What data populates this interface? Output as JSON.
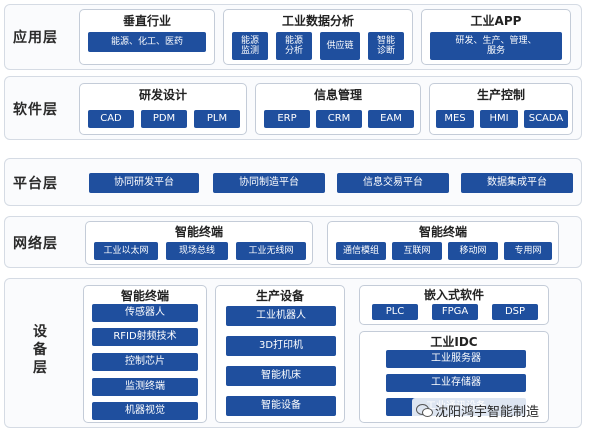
{
  "layers": {
    "application": {
      "label": "应用层",
      "groups": {
        "vertical": {
          "title": "垂直行业",
          "chips": [
            "能源、化工、医药"
          ]
        },
        "analytics": {
          "title": "工业数据分析",
          "chips": [
            "能源\n监测",
            "能源\n分析",
            "供应链",
            "智能\n诊断"
          ]
        },
        "app": {
          "title": "工业APP",
          "chips": [
            "研发、生产、管理、\n服务"
          ]
        }
      }
    },
    "software": {
      "label": "软件层",
      "groups": {
        "rnd": {
          "title": "研发设计",
          "chips": [
            "CAD",
            "PDM",
            "PLM"
          ]
        },
        "info": {
          "title": "信息管理",
          "chips": [
            "ERP",
            "CRM",
            "EAM"
          ]
        },
        "production": {
          "title": "生产控制",
          "chips": [
            "MES",
            "HMI",
            "SCADA"
          ]
        }
      }
    },
    "platform": {
      "label": "平台层",
      "chips": [
        "协同研发平台",
        "协同制造平台",
        "信息交易平台",
        "数据集成平台"
      ]
    },
    "network": {
      "label": "网络层",
      "groups": {
        "left": {
          "title": "智能终端",
          "chips": [
            "工业以太网",
            "现场总线",
            "工业无线网"
          ]
        },
        "right": {
          "title": "智能终端",
          "chips": [
            "通信模组",
            "互联网",
            "移动网",
            "专用网"
          ]
        }
      }
    },
    "device": {
      "label": "设\n备\n层",
      "groups": {
        "terminal": {
          "title": "智能终端",
          "chips": [
            "传感器人",
            "RFID射频技术",
            "控制芯片",
            "监测终端",
            "机器视觉"
          ]
        },
        "equipment": {
          "title": "生产设备",
          "chips": [
            "工业机器人",
            "3D打印机",
            "智能机床",
            "智能设备"
          ]
        },
        "embedded": {
          "title": "嵌入式软件",
          "chips": [
            "PLC",
            "FPGA",
            "DSP"
          ]
        },
        "idc": {
          "title": "工业IDC",
          "chips": [
            "工业服务器",
            "工业存储器",
            "工业通讯设备"
          ]
        }
      }
    }
  },
  "watermark": {
    "text": "沈阳鸿宇智能制造",
    "icon": "wechat-icon"
  },
  "colors": {
    "chip": "#1f4f9e",
    "border": "#c4ccd8",
    "layer_bg": "#fafbfd"
  }
}
